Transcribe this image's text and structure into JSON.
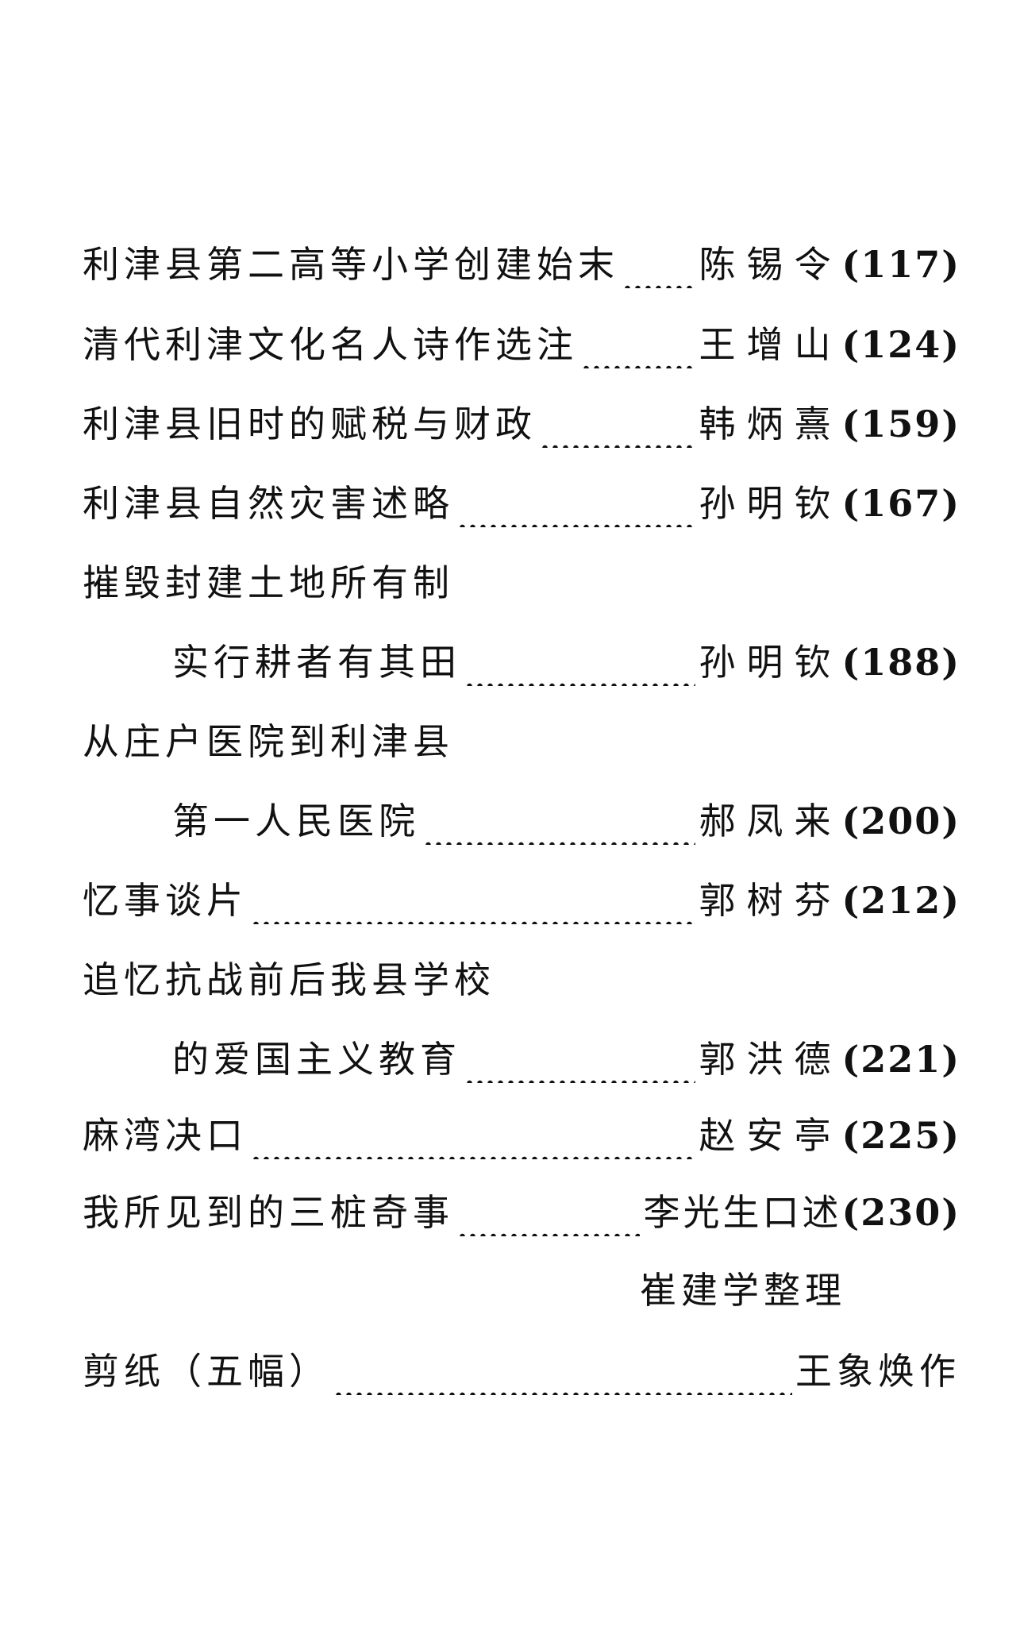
{
  "entries": [
    {
      "title": "利津县第二高等小学创建始末",
      "author": "陈锡令",
      "page": "(117)"
    },
    {
      "title": "清代利津文化名人诗作选注",
      "author": "王增山",
      "page": "(124)"
    },
    {
      "title": "利津县旧时的赋税与财政",
      "author": "韩炳熹",
      "page": "(159)"
    },
    {
      "title": "利津县自然灾害述略",
      "author": "孙明钦",
      "page": "(167)"
    },
    {
      "title_line1": "摧毁封建土地所有制",
      "title": "实行耕者有其田",
      "author": "孙明钦",
      "page": "(188)"
    },
    {
      "title_line1": "从庄户医院到利津县",
      "title": "第一人民医院",
      "author": "郝凤来",
      "page": "(200)"
    },
    {
      "title": "忆事谈片",
      "author": "郭树芬",
      "page": "(212)"
    },
    {
      "title_line1": "追忆抗战前后我县学校",
      "title": "的爱国主义教育",
      "author": "郭洪德",
      "page": "(221)"
    },
    {
      "title": "麻湾决口",
      "author": "赵安亭",
      "page": "(225)"
    },
    {
      "title": "我所见到的三桩奇事",
      "author": "李光生口述",
      "page": "(230)",
      "author_line2": "崔建学整理"
    },
    {
      "title": "剪纸（五幅）",
      "author": "王象焕作",
      "page": ""
    }
  ]
}
